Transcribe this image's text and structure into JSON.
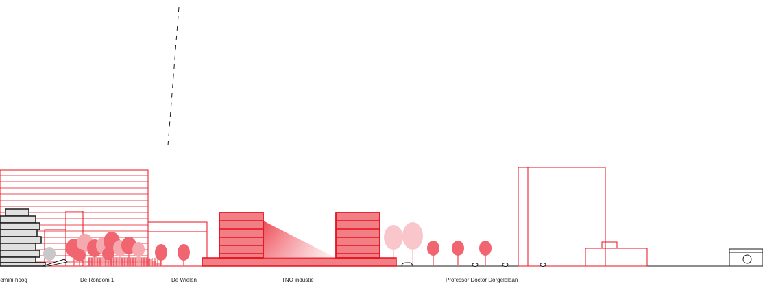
{
  "labels": {
    "gemini": "Gemini-hoog",
    "rondom": "De Rondom 1",
    "wielen": "De Wielen",
    "tno": "TNO industie",
    "dorgelo": "Professor Doctor Dorgelolaan"
  },
  "colors": {
    "red_line": "#e8101e",
    "red_fill": "#f5a8ad",
    "red_fill_strong": "#f27e86",
    "tree_dark": "#f0656f",
    "tree_light": "#f9c7cb",
    "black": "#1a1a1a",
    "grey": "#c8c8c8"
  }
}
